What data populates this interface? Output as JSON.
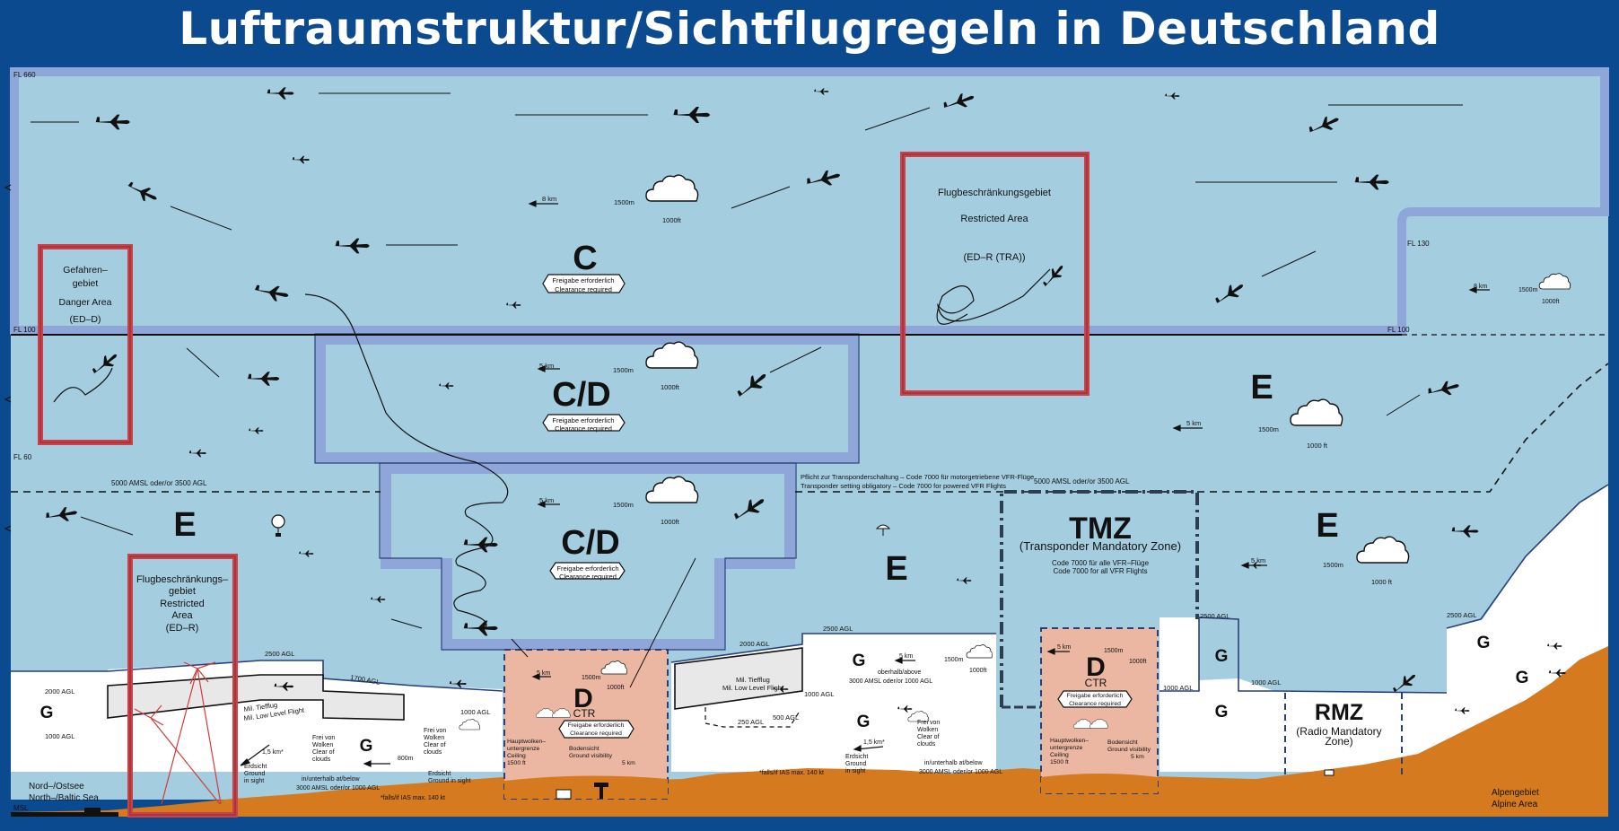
{
  "title": "Luftraumstruktur/Sichtflugregeln in Deutschland",
  "flight_levels": {
    "fl660": "FL 660",
    "fl130": "FL 130",
    "fl100_left": "FL 100",
    "fl100_right": "FL 100",
    "fl60": "FL 60",
    "msl": "MSL"
  },
  "amsl_left": "5000 AMSL oder/or 3500 AGL",
  "amsl_right": "5000 AMSL oder/or 3500 AGL",
  "transponder_de": "Pflicht zur Transponderschaltung – Code 7000 für motorgetriebene VFR-Flüge",
  "transponder_en": "Transponder setting obligatory – Code 7000 for powered VFR Flights",
  "class_c": {
    "letter": "C",
    "de": "Freigabe erforderlich",
    "en": "Clearance required",
    "dist": "8 km",
    "vert": "1500m",
    "base": "1000ft"
  },
  "class_cd_upper": {
    "letter": "C/D",
    "de": "Freigabe erforderlich",
    "en": "Clearance required",
    "dist": "5 km",
    "vert": "1500m",
    "base": "1000ft"
  },
  "class_cd_lower": {
    "letter": "C/D",
    "de": "Freigabe erforderlich",
    "en": "Clearance required",
    "dist": "5 km",
    "vert": "1500m",
    "base": "1000ft"
  },
  "class_e_right_upper": {
    "letter": "E",
    "dist": "5 km",
    "vert": "1500m",
    "base": "1000 ft"
  },
  "class_e_left": {
    "letter": "E"
  },
  "class_e_mid": {
    "letter": "E"
  },
  "class_e_right": {
    "letter": "E",
    "dist": "5 km",
    "vert": "1500m",
    "base": "1000 ft"
  },
  "right_c_box": {
    "dist": "8 km",
    "vert": "1500m",
    "base": "1000ft"
  },
  "danger_area": {
    "l1": "Gefahren–",
    "l2": "gebiet",
    "l3": "Danger Area",
    "l4": "(ED–D)"
  },
  "restricted_upper": {
    "l1": "Flugbeschränkungsgebiet",
    "l2": "Restricted Area",
    "l3": "(ED–R  (TRA))"
  },
  "restricted_lower": {
    "l1": "Flugbeschränkungs–",
    "l2": "gebiet",
    "l3": "Restricted",
    "l4": "Area",
    "l5": "(ED–R)"
  },
  "tmz": {
    "letter": "TMZ",
    "sub": "(Transponder Mandatory Zone)",
    "l1": "Code 7000 für alle VFR–Flüge",
    "l2": "Code 7000 for all VFR Flights"
  },
  "rmz": {
    "letter": "RMZ",
    "l1": "(Radio Mandatory",
    "l2": "Zone)"
  },
  "ctr_left": {
    "letter": "D",
    "ctr": "CTR",
    "dist": "5 km",
    "vert": "1500m",
    "base": "1000ft",
    "de": "Freigabe erforderlich",
    "en": "Clearance required",
    "ceil1": "Hauptwolken–",
    "ceil2": "untergrenze",
    "ceil3": "Ceiling",
    "ceil4": "1500 ft",
    "vis1": "Bodensicht",
    "vis2": "Ground visibility",
    "vis3": "5 km"
  },
  "ctr_right": {
    "letter": "D",
    "ctr": "CTR",
    "dist": "5 km",
    "vert": "1500m",
    "base": "1000ft",
    "de": "Freigabe erforderlich",
    "en": "Clearance required",
    "ceil1": "Hauptwolken–",
    "ceil2": "untergrenze",
    "ceil3": "Ceiling",
    "ceil4": "1500 ft",
    "vis1": "Bodensicht",
    "vis2": "Ground visibility",
    "vis3": "5 km"
  },
  "class_g": {
    "letter": "G"
  },
  "agl": {
    "a2500_left": "2500 AGL",
    "a2000_left": "2000 AGL",
    "a1700": "1700 AGL",
    "a1000_left_top": "1000 AGL",
    "a1000_left": "1000 AGL",
    "a2000_mid": "2000 AGL",
    "a2500_mid": "2500 AGL",
    "a1000_mid": "1000 AGL",
    "a250": "250 AGL",
    "a500": "500 AGL",
    "a2500_r1": "2500 AGL",
    "a1000_r1": "1000 AGL",
    "a1000_r2": "1000 AGL",
    "a2500_r2": "2500 AGL"
  },
  "low_flight": {
    "de": "Mil. Tiefflug",
    "en": "Mil. Low  Level Flight"
  },
  "g_left": {
    "s1": "1,5 km*",
    "cw1": "Frei von",
    "cw2": "Wolken",
    "cw3": "Clear of",
    "cw4": "clouds",
    "gs1": "Erdsicht",
    "gs2": "Ground",
    "gs3": "in sight",
    "m800": "800m",
    "cw5": "Frei von",
    "cw6": "Wolken",
    "cw7": "Clear of",
    "cw8": "clouds",
    "gs4": "Erdsicht",
    "gs5": "Ground in sight",
    "ab1": "in/unterhalb     at/below",
    "ab2": "3000 AMSL oder/or 1000 AGL",
    "ias": "*falls/if IAS  max. 140 kt"
  },
  "g_mid": {
    "ob1": "oberhalb/above",
    "ob2": "3000 AMSL oder/or 1000 AGL",
    "dist": "5 km",
    "vert": "1500m",
    "base": "1000ft",
    "s1": "1,5 km*",
    "cw1": "Frei von",
    "cw2": "Wolken",
    "cw3": "Clear of",
    "cw4": "clouds",
    "gs1": "Erdsicht",
    "gs2": "Ground",
    "gs3": "in sight",
    "ab1": "in/unterhalb     at/below",
    "ab2": "3000 AMSL oder/or 1000 AGL",
    "ias": "*falls/if IAS  max. 140 kt"
  },
  "sea": {
    "de": "Nord–/Ostsee",
    "en": "North–/Baltic Sea"
  },
  "alpine": {
    "de": "Alpengebiet",
    "en": "Alpine Area"
  },
  "colors": {
    "background": "#0b4a8e",
    "airspace": "#a5cde0",
    "band": "#8ea6d8",
    "ground": "#d57a1e",
    "ctr": "#ebb7a2",
    "restricted": "#c9424a",
    "lowflight": "#e8e8e8"
  }
}
